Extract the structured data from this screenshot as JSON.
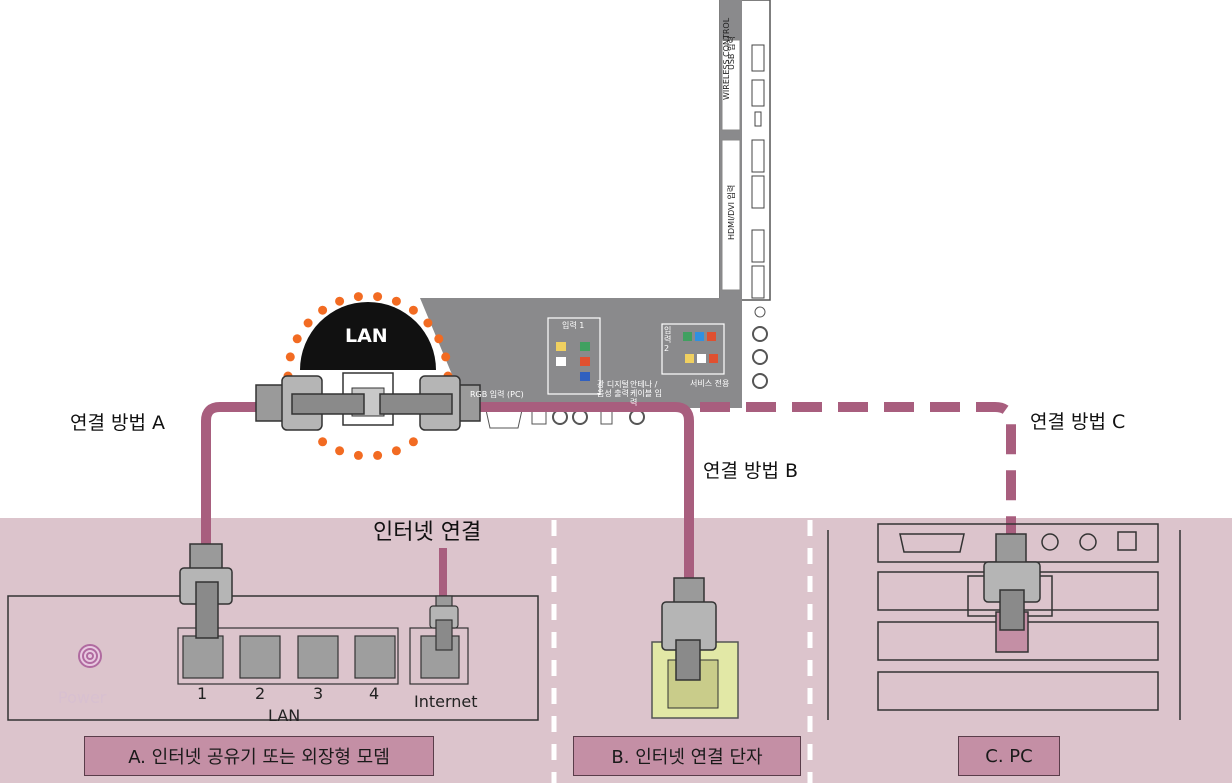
{
  "labels": {
    "method_a": "연결 방법 A",
    "method_b": "연결 방법 B",
    "method_c": "연결 방법 C",
    "internet_connection": "인터넷 연결",
    "lan_badge": "LAN"
  },
  "router": {
    "power_label": "Power",
    "ports": [
      "1",
      "2",
      "3",
      "4"
    ],
    "lan_label": "LAN",
    "internet_label": "Internet"
  },
  "sections": {
    "a": "A. 인터넷 공유기 또는 외장형 모뎀",
    "b": "B. 인터넷 연결 단자",
    "c": "C. PC"
  },
  "tv_panel": {
    "input1": "입력 1",
    "input2": "입력 2",
    "rgb_input": "RGB 입력 (PC)",
    "optical_out": "광 디지털 음성 출력",
    "antenna": "안테나 /케이블 입력",
    "service": "서비스 전용",
    "wireless": "WIRELESS CONTROL",
    "usb": "USB 입력",
    "hdmi": "HDMI/DVI 입력"
  },
  "colors": {
    "cable": "#a85e7e",
    "floor": "#dcc4cc",
    "accent_dots": "#f26b22",
    "tv_panel": "#8a8a8c",
    "label_box": "#c48fa5"
  },
  "icons": [
    "power-icon",
    "lan-port-icon",
    "rj45-plug-icon",
    "wall-jack-icon"
  ]
}
